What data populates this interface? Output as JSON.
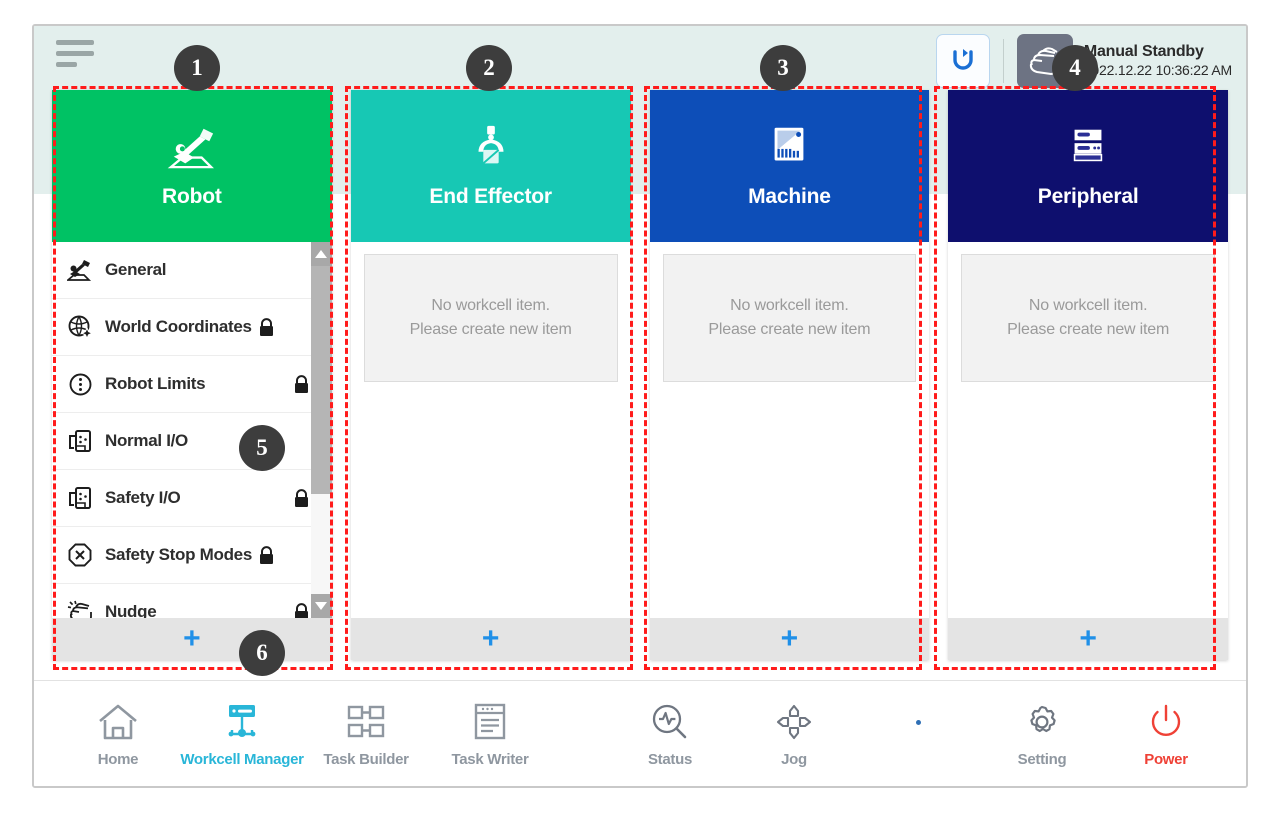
{
  "header": {
    "menu_icon": "hamburger-menu-icon",
    "recover_icon": "recover-robot-icon",
    "mode_icon": "manual-hand-icon",
    "status_title": "Manual Standby",
    "status_time": "2022.12.22 10:36:22 AM"
  },
  "columns": [
    {
      "id": "robot",
      "title": "Robot",
      "icon": "robot-arm-icon",
      "color": "#00c264",
      "add_label": "+",
      "menu": [
        {
          "label": "General",
          "icon": "robot-arm-small-icon",
          "locked": false,
          "lock_tight": false
        },
        {
          "label": "World Coordinates",
          "icon": "world-coordinates-icon",
          "locked": true,
          "lock_tight": true
        },
        {
          "label": "Robot Limits",
          "icon": "robot-limits-icon",
          "locked": true,
          "lock_tight": false
        },
        {
          "label": "Normal I/O",
          "icon": "normal-io-icon",
          "locked": false,
          "lock_tight": false
        },
        {
          "label": "Safety I/O",
          "icon": "safety-io-icon",
          "locked": true,
          "lock_tight": false
        },
        {
          "label": "Safety Stop Modes",
          "icon": "safety-stop-modes-icon",
          "locked": true,
          "lock_tight": true
        },
        {
          "label": "Nudge",
          "icon": "nudge-hand-icon",
          "locked": true,
          "lock_tight": false
        }
      ]
    },
    {
      "id": "end-effector",
      "title": "End Effector",
      "icon": "gripper-icon",
      "color": "#17c8b4",
      "add_label": "+",
      "empty": {
        "line1": "No workcell item.",
        "line2": "Please create new item"
      }
    },
    {
      "id": "machine",
      "title": "Machine",
      "icon": "machine-icon",
      "color": "#0d4eb8",
      "add_label": "+",
      "empty": {
        "line1": "No workcell item.",
        "line2": "Please create new item"
      }
    },
    {
      "id": "peripheral",
      "title": "Peripheral",
      "icon": "peripheral-rack-icon",
      "color": "#0e0f6e",
      "add_label": "+",
      "empty": {
        "line1": "No workcell item.",
        "line2": "Please create new item"
      }
    }
  ],
  "bottom_nav": {
    "left": [
      {
        "label": "Home",
        "icon": "home-icon",
        "active": false
      },
      {
        "label": "Workcell Manager",
        "icon": "workcell-manager-icon",
        "active": true
      },
      {
        "label": "Task Builder",
        "icon": "task-builder-icon",
        "active": false
      },
      {
        "label": "Task Writer",
        "icon": "task-writer-icon",
        "active": false
      }
    ],
    "right": [
      {
        "label": "Status",
        "icon": "status-scope-icon",
        "active": false
      },
      {
        "label": "Jog",
        "icon": "jog-arrows-icon",
        "active": false
      },
      {
        "label": "Setting",
        "icon": "gear-icon",
        "active": false
      },
      {
        "label": "Power",
        "icon": "power-icon",
        "active": false
      }
    ]
  },
  "annotations": [
    {
      "number": "1"
    },
    {
      "number": "2"
    },
    {
      "number": "3"
    },
    {
      "number": "4"
    },
    {
      "number": "5"
    },
    {
      "number": "6"
    }
  ]
}
